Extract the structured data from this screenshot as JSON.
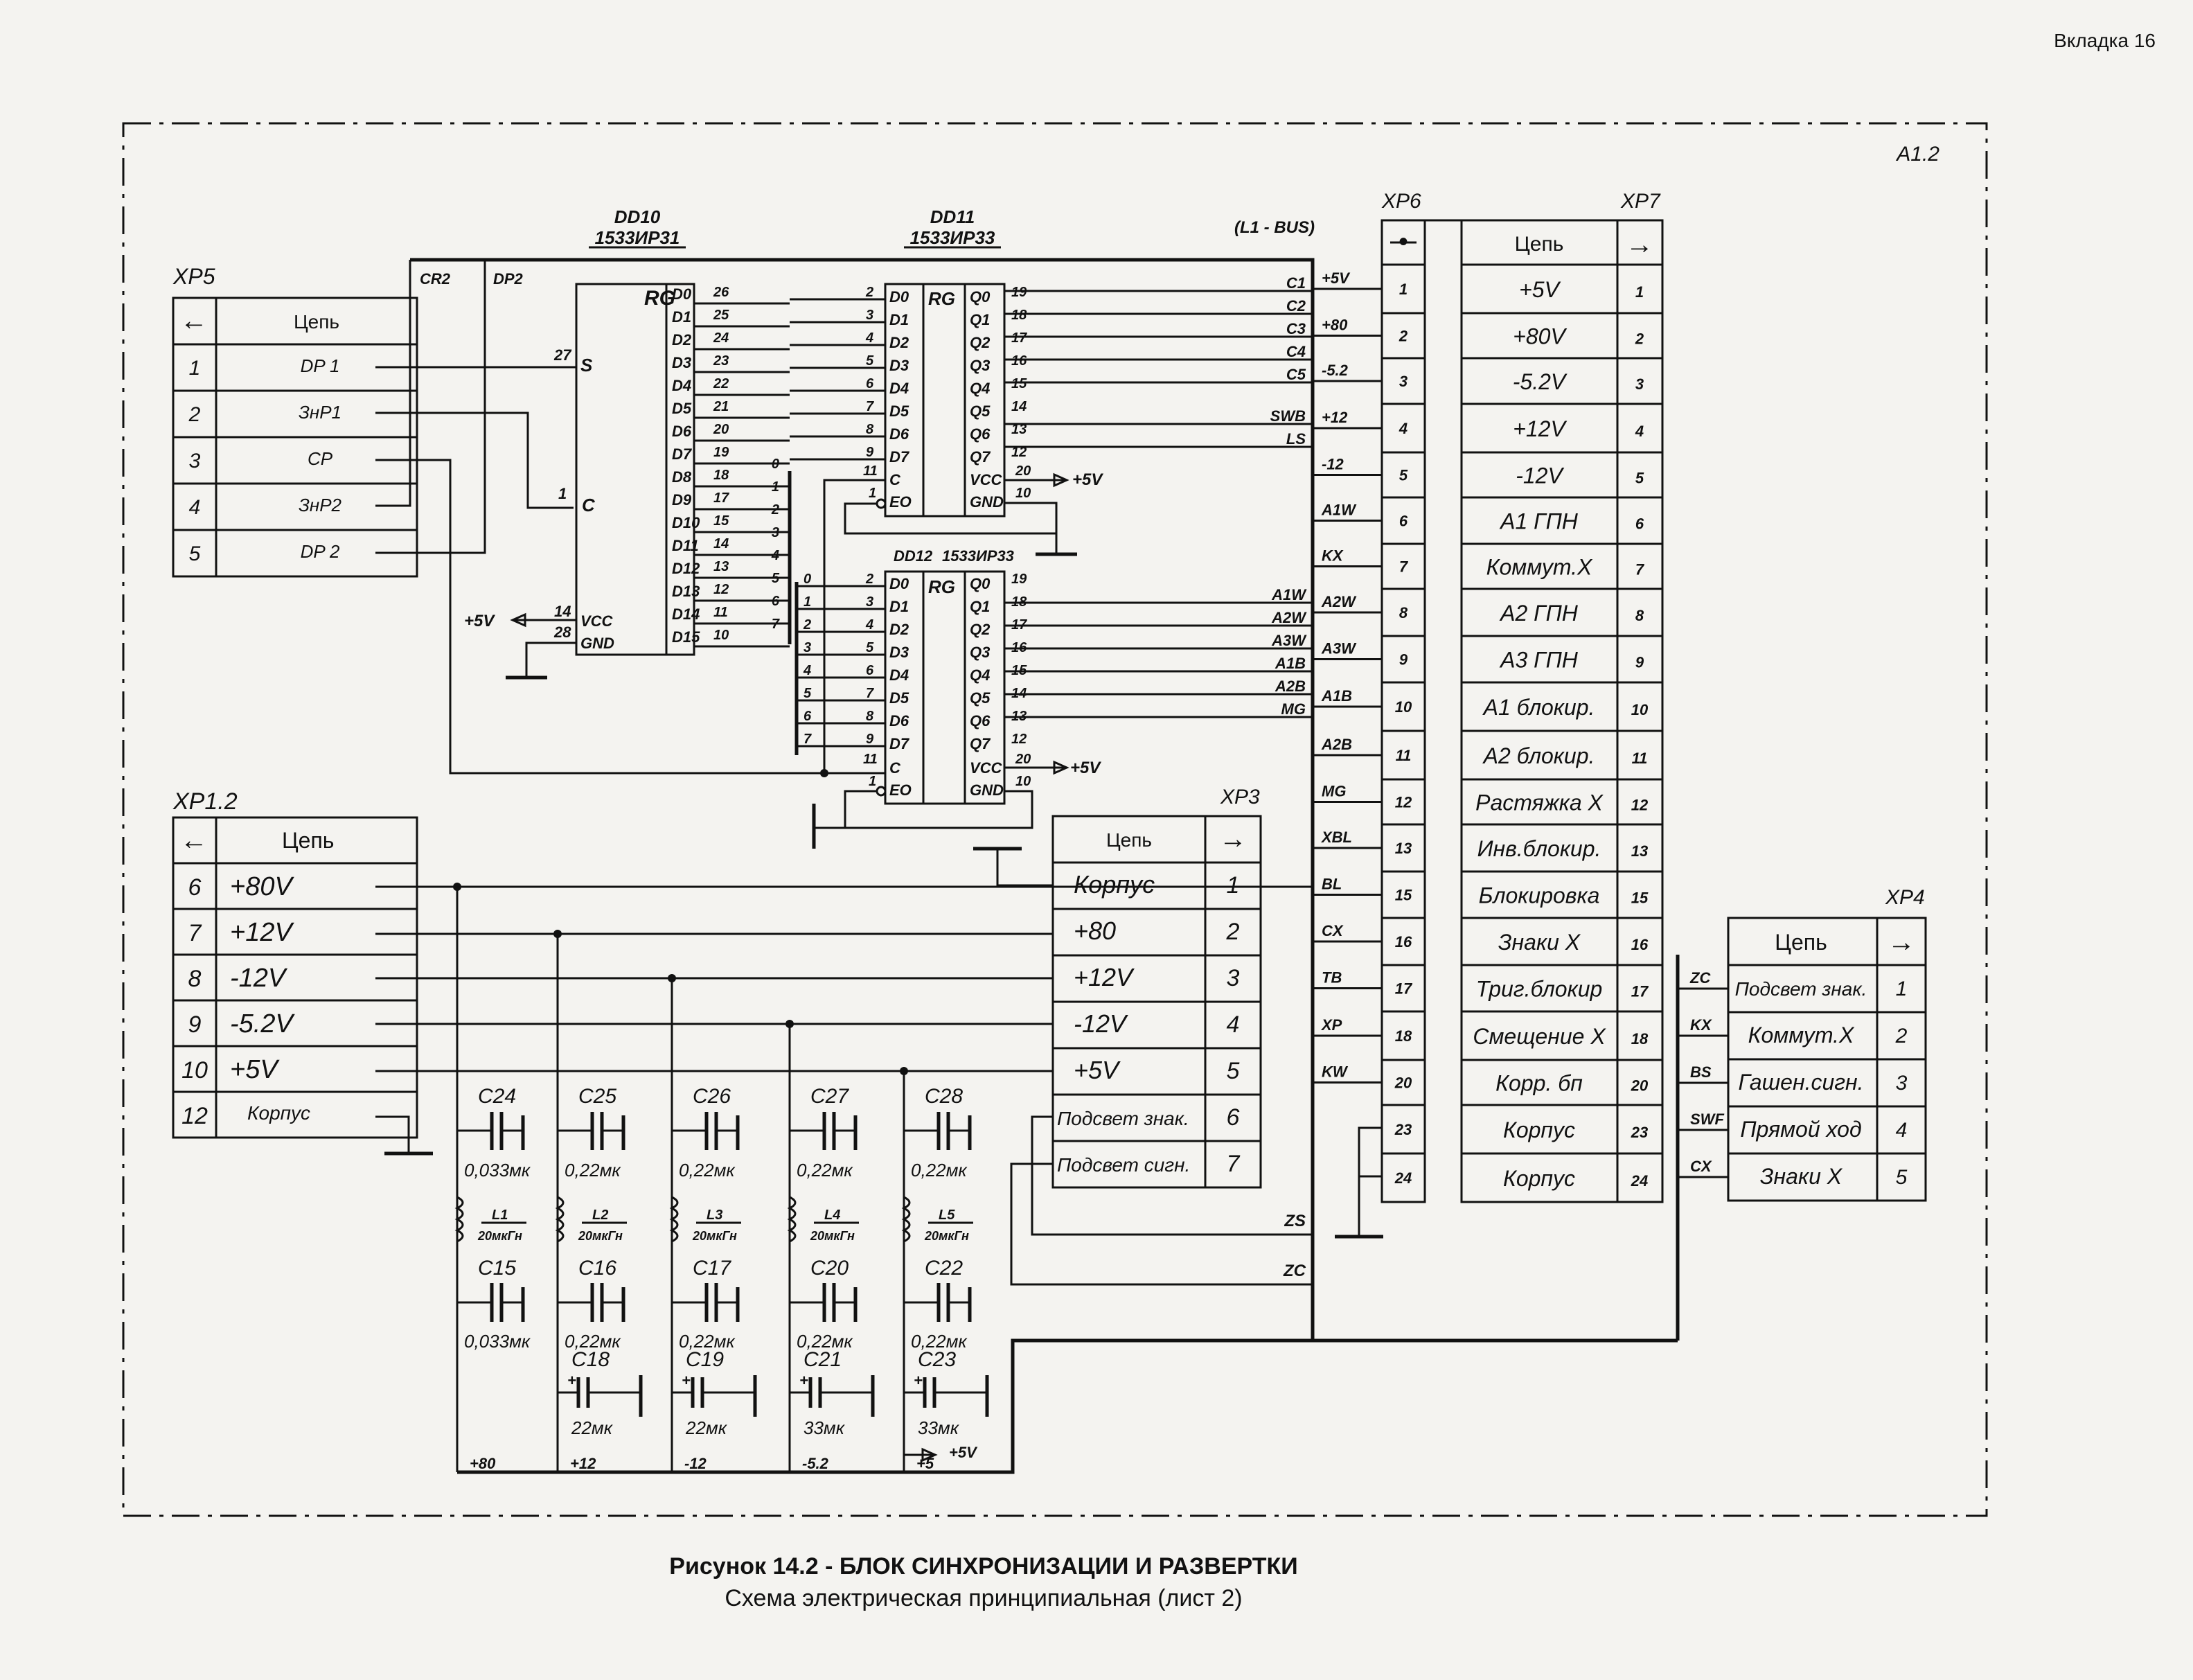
{
  "page_label": "Вкладка 16",
  "block_label": "A1.2",
  "bus_label": "(L1 - BUS)",
  "caption": {
    "title": "Рисунок 14.2 - БЛОК СИНХРОНИЗАЦИИ И РАЗВЕРТКИ",
    "subtitle": "Схема электрическая принципиальная (лист 2)"
  },
  "chips": {
    "dd10": {
      "name": "DD10",
      "type": "1533ИР31",
      "rg": "RG",
      "inputs": [
        "D0",
        "D1",
        "D2",
        "D3",
        "D4",
        "D5",
        "D6",
        "D7",
        "D8",
        "D9",
        "D10",
        "D11",
        "D12",
        "D13",
        "D14",
        "D15"
      ],
      "pins": [
        "26",
        "25",
        "24",
        "23",
        "22",
        "21",
        "20",
        "19",
        "18",
        "17",
        "15",
        "14",
        "13",
        "12",
        "11",
        "10"
      ],
      "s_pin": "27",
      "c_pin": "1",
      "s": "S",
      "c": "C",
      "vcc": "VCC",
      "gnd": "GND",
      "vcc_pin": "14",
      "gnd_pin": "28"
    },
    "dd11": {
      "name": "DD11",
      "type": "1533ИР33",
      "rg": "RG",
      "inputs": [
        "D0",
        "D1",
        "D2",
        "D3",
        "D4",
        "D5",
        "D6",
        "D7"
      ],
      "in_pins": [
        "2",
        "3",
        "4",
        "5",
        "6",
        "7",
        "8",
        "9"
      ],
      "outputs": [
        "Q0",
        "Q1",
        "Q2",
        "Q3",
        "Q4",
        "Q5",
        "Q6",
        "Q7"
      ],
      "out_pins": [
        "19",
        "18",
        "17",
        "16",
        "15",
        "14",
        "13",
        "12"
      ],
      "c": "C",
      "eo": "EO",
      "c_pin": "11",
      "eo_pin": "1",
      "vcc": "VCC",
      "gnd": "GND",
      "vcc_pin": "20",
      "gnd_pin": "10"
    },
    "dd12": {
      "name": "DD12",
      "type": "1533ИР33",
      "rg": "RG",
      "inputs": [
        "D0",
        "D1",
        "D2",
        "D3",
        "D4",
        "D5",
        "D6",
        "D7"
      ],
      "in_pins": [
        "2",
        "3",
        "4",
        "5",
        "6",
        "7",
        "8",
        "9"
      ],
      "outputs": [
        "Q0",
        "Q1",
        "Q2",
        "Q3",
        "Q4",
        "Q5",
        "Q6",
        "Q7"
      ],
      "out_pins": [
        "19",
        "18",
        "17",
        "16",
        "15",
        "14",
        "13",
        "12"
      ],
      "c": "C",
      "eo": "EO",
      "c_pin": "11",
      "eo_pin": "1",
      "vcc": "VCC",
      "gnd": "GND",
      "vcc_pin": "20",
      "gnd_pin": "10"
    }
  },
  "bus_taps": {
    "dd10_upper": [
      "0",
      "1",
      "2",
      "3",
      "4",
      "5",
      "6",
      "7"
    ],
    "dd12_inputs": [
      "0",
      "1",
      "2",
      "3",
      "4",
      "5",
      "6",
      "7"
    ]
  },
  "vcc_label": "+5V",
  "dd11_outputs": [
    "C1",
    "C2",
    "C3",
    "C4",
    "C5",
    "SWB",
    "LS"
  ],
  "dd12_outputs": [
    "A1W",
    "A2W",
    "A3W",
    "A1B",
    "A2B",
    "MG"
  ],
  "xp5": {
    "title": "XP5",
    "arrow": "←",
    "header": "Цепь",
    "rows": [
      {
        "n": "1",
        "s": "DP 1"
      },
      {
        "n": "2",
        "s": "ЗнР1"
      },
      {
        "n": "3",
        "s": "CP"
      },
      {
        "n": "4",
        "s": "ЗнР2"
      },
      {
        "n": "5",
        "s": "DP 2"
      }
    ],
    "cr2": "CR2",
    "dp2": "DP2"
  },
  "xp12": {
    "title": "XP1.2",
    "arrow": "←",
    "header": "Цепь",
    "rows": [
      {
        "n": "6",
        "s": "+80V"
      },
      {
        "n": "7",
        "s": "+12V"
      },
      {
        "n": "8",
        "s": "-12V"
      },
      {
        "n": "9",
        "s": "-5.2V"
      },
      {
        "n": "10",
        "s": "+5V"
      },
      {
        "n": "12",
        "s": "Корпус"
      }
    ]
  },
  "xp3": {
    "title": "XP3",
    "arrow": "→",
    "header": "Цепь",
    "rows": [
      {
        "s": "Корпус",
        "n": "1"
      },
      {
        "s": "+80",
        "n": "2"
      },
      {
        "s": "+12V",
        "n": "3"
      },
      {
        "s": "-12V",
        "n": "4"
      },
      {
        "s": "+5V",
        "n": "5"
      },
      {
        "s": "Подсвет знак.",
        "n": "6"
      },
      {
        "s": "Подсвет сигн.",
        "n": "7"
      }
    ]
  },
  "xp6": {
    "title": "XP6",
    "header_icon": "•",
    "signals": [
      "+5V",
      "+80",
      "-5.2",
      "+12",
      "-12",
      "A1W",
      "KX",
      "A2W",
      "A3W",
      "A1B",
      "A2B",
      "MG",
      "XBL",
      "BL",
      "CX",
      "TB",
      "XP",
      "KW"
    ],
    "pins": [
      "1",
      "2",
      "3",
      "4",
      "5",
      "6",
      "7",
      "8",
      "9",
      "10",
      "11",
      "12",
      "13",
      "15",
      "16",
      "17",
      "18",
      "20",
      "23",
      "24"
    ]
  },
  "xp7": {
    "title": "XP7",
    "arrow": "→",
    "header": "Цепь",
    "rows": [
      {
        "s": "+5V",
        "n": "1"
      },
      {
        "s": "+80V",
        "n": "2"
      },
      {
        "s": "-5.2V",
        "n": "3"
      },
      {
        "s": "+12V",
        "n": "4"
      },
      {
        "s": "-12V",
        "n": "5"
      },
      {
        "s": "A1 ГПН",
        "n": "6"
      },
      {
        "s": "Коммут.X",
        "n": "7"
      },
      {
        "s": "A2 ГПН",
        "n": "8"
      },
      {
        "s": "A3 ГПН",
        "n": "9"
      },
      {
        "s": "A1 блокир.",
        "n": "10"
      },
      {
        "s": "A2 блокир.",
        "n": "11"
      },
      {
        "s": "Растяжка X",
        "n": "12"
      },
      {
        "s": "Инв.блокир.",
        "n": "13"
      },
      {
        "s": "Блокировка",
        "n": "15"
      },
      {
        "s": "Знаки X",
        "n": "16"
      },
      {
        "s": "Триг.блокир",
        "n": "17"
      },
      {
        "s": "Смещение X",
        "n": "18"
      },
      {
        "s": "Корр. бп",
        "n": "20"
      },
      {
        "s": "Корпус",
        "n": "23"
      },
      {
        "s": "Корпус",
        "n": "24"
      }
    ]
  },
  "xp4": {
    "title": "XP4",
    "arrow": "→",
    "header": "Цепь",
    "rows": [
      {
        "s": "Подсвет знак.",
        "n": "1"
      },
      {
        "s": "Коммут.X",
        "n": "2"
      },
      {
        "s": "Гашен.сигн.",
        "n": "3"
      },
      {
        "s": "Прямой ход",
        "n": "4"
      },
      {
        "s": "Знаки X",
        "n": "5"
      }
    ],
    "signals": [
      "ZC",
      "KX",
      "BS",
      "SWF",
      "CX"
    ]
  },
  "zs": "ZS",
  "zc": "ZC",
  "filters": [
    {
      "c1": "C24",
      "c1v": "0,033мк",
      "l": "L1",
      "lv": "20мкГн",
      "c2": "C15",
      "c2v": "0,033мк",
      "rail": "+80"
    },
    {
      "c1": "C25",
      "c1v": "0,22мк",
      "l": "L2",
      "lv": "20мкГн",
      "c2": "C16",
      "c2v": "0,22мк",
      "c3": "C18",
      "c3v": "22мк",
      "rail": "+12"
    },
    {
      "c1": "C26",
      "c1v": "0,22мк",
      "l": "L3",
      "lv": "20мкГн",
      "c2": "C17",
      "c2v": "0,22мк",
      "c3": "C19",
      "c3v": "22мк",
      "rail": "-12"
    },
    {
      "c1": "C27",
      "c1v": "0,22мк",
      "l": "L4",
      "lv": "20мкГн",
      "c2": "C20",
      "c2v": "0,22мк",
      "c3": "C21",
      "c3v": "33мк",
      "rail": "-5.2"
    },
    {
      "c1": "C28",
      "c1v": "0,22мк",
      "l": "L5",
      "lv": "20мкГн",
      "c2": "C22",
      "c2v": "0,22мк",
      "c3": "C23",
      "c3v": "33мк",
      "rail": "+5"
    }
  ],
  "plus5_label": "+5V"
}
